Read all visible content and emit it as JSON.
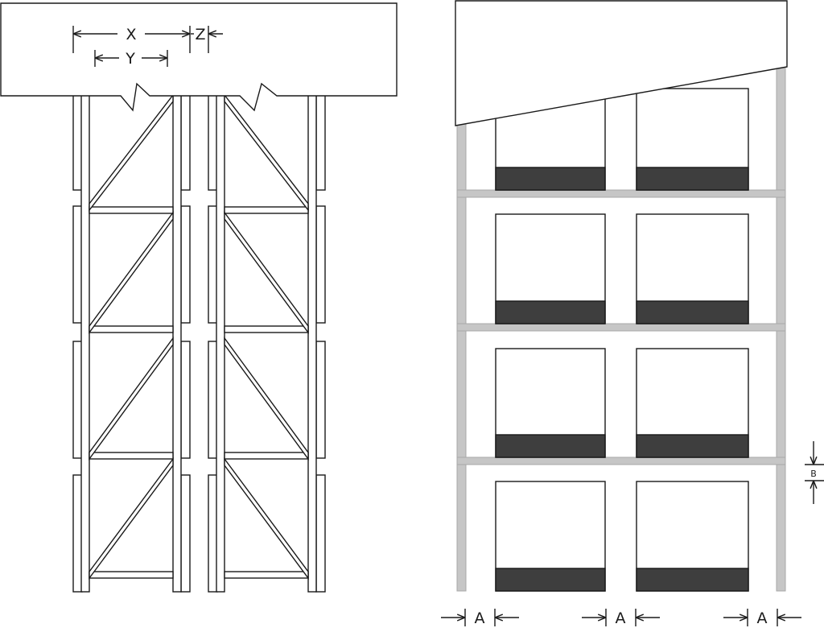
{
  "labels": {
    "x": "X",
    "y": "Y",
    "z": "Z",
    "a": "A",
    "b": "B"
  },
  "colors": {
    "line": "#1a1a1a",
    "upright_gray": "#c6c6c6",
    "pallet_base": "#3e3e3e",
    "background": "#ffffff"
  }
}
